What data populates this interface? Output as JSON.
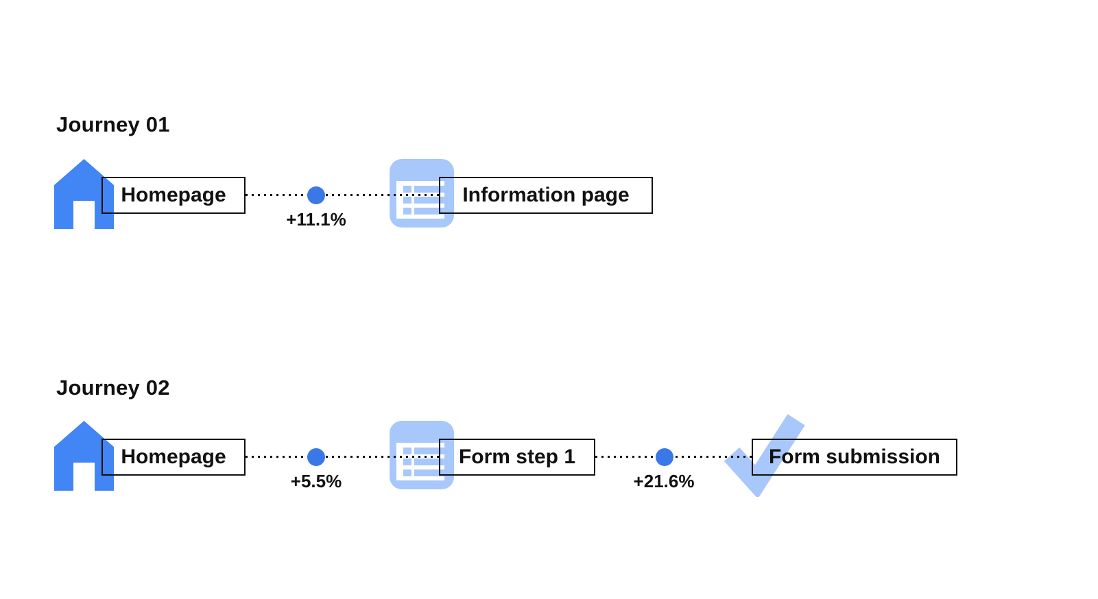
{
  "diagram": {
    "background": "#ffffff",
    "colors": {
      "house_blue": "#4285f4",
      "dot_blue": "#3b78e7",
      "light_blue": "#a8c7fa",
      "ink": "#111111"
    },
    "journeys": [
      {
        "title": "Journey 01",
        "steps": [
          {
            "icon": "home-icon",
            "label": "Homepage"
          },
          {
            "icon": "information-page-icon",
            "label": "Information page"
          }
        ],
        "transitions": [
          {
            "delta": "+11.1%"
          }
        ]
      },
      {
        "title": "Journey 02",
        "steps": [
          {
            "icon": "home-icon",
            "label": "Homepage"
          },
          {
            "icon": "information-page-icon",
            "label": "Form step 1"
          },
          {
            "icon": "checkmark-icon",
            "label": "Form submission"
          }
        ],
        "transitions": [
          {
            "delta": "+5.5%"
          },
          {
            "delta": "+21.6%"
          }
        ]
      }
    ]
  }
}
